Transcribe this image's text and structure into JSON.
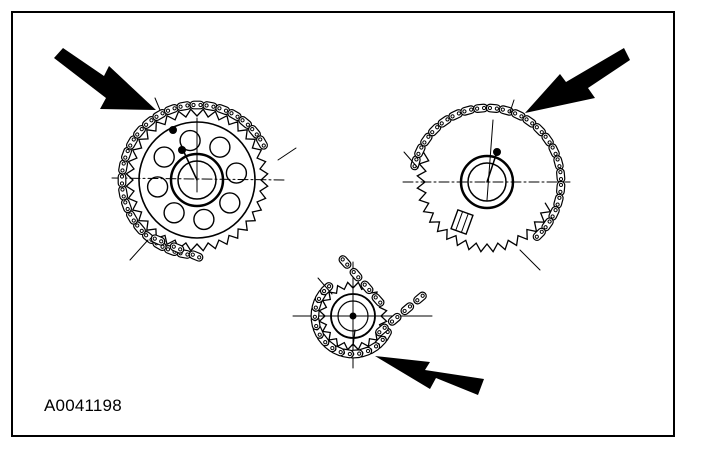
{
  "figure": {
    "id_label": "A0041198"
  },
  "colors": {
    "line": "#000000",
    "background": "#ffffff"
  },
  "parts": [
    {
      "name": "left-camshaft-sprocket",
      "sprocket_type": "spoked",
      "lightening_holes": 8
    },
    {
      "name": "right-camshaft-sprocket",
      "sprocket_type": "solid"
    },
    {
      "name": "crankshaft-sprocket",
      "sprocket_type": "small"
    }
  ],
  "callouts": [
    {
      "name": "arrow-left-cam-mark"
    },
    {
      "name": "arrow-right-cam-mark"
    },
    {
      "name": "arrow-crank-mark"
    }
  ]
}
